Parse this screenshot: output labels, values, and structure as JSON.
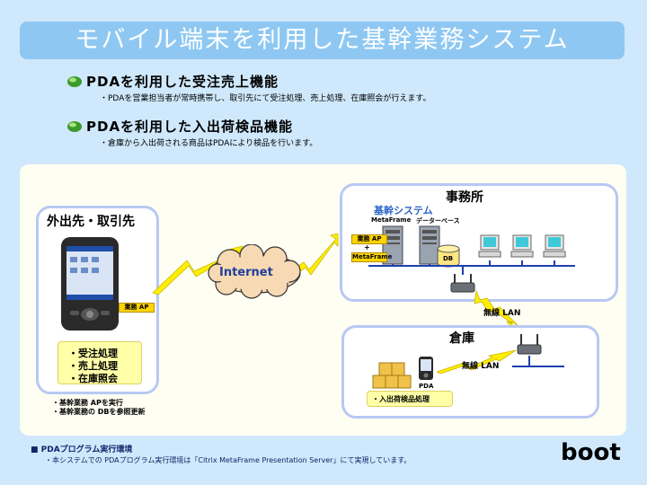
{
  "title": "モバイル端末を利用した基幹業務システム",
  "features": [
    {
      "heading": "PDAを利用した受注売上機能",
      "desc": "・PDAを営業担当者が常時携帯し、取引先にて受注処理、売上処理、在庫照会が行えます。"
    },
    {
      "heading": "PDAを利用した入出荷検品機能",
      "desc": "・倉庫から入出荷される商品はPDAにより検品を行います。"
    }
  ],
  "field": {
    "title": "外出先・取引先",
    "ap_tag": "業務 AP",
    "tasks": [
      "・受注処理",
      "・売上処理",
      "・在庫照会"
    ],
    "notes": [
      "・基幹業務 APを実行",
      "・基幹業務の DBを参照更新"
    ]
  },
  "cloud_label": "Internet",
  "office": {
    "title": "事務所",
    "system_label": "基幹システム",
    "server1_label": "MetaFrame",
    "server2_label": "データーベース",
    "ap_tag": "業務 AP",
    "plus": "+",
    "metaframe_tag": "MetaFrame",
    "db_label": "DB"
  },
  "lan_label_1": "無線 LAN",
  "warehouse": {
    "title": "倉庫",
    "lan_label": "無線 LAN",
    "pda_label": "PDA",
    "task": "・入出荷検品処理"
  },
  "footer": {
    "heading": "■ PDAプログラム実行環境",
    "text": "・本システムでの PDAプログラム実行環境は「Citrix MetaFrame Presentation Server」にて実現しています。"
  },
  "logo": "boot",
  "colors": {
    "title_bar": "#8ec8f2",
    "background": "#cfe8fb",
    "box_border": "#b9c8f4",
    "tag": "#ffd400",
    "lightning": "#ffee00"
  },
  "icons": [
    "green-bullet-icon",
    "pda-icon",
    "server-icon",
    "database-icon",
    "pc-icon",
    "router-icon",
    "boxes-icon",
    "lightning-icon",
    "cloud-icon"
  ]
}
